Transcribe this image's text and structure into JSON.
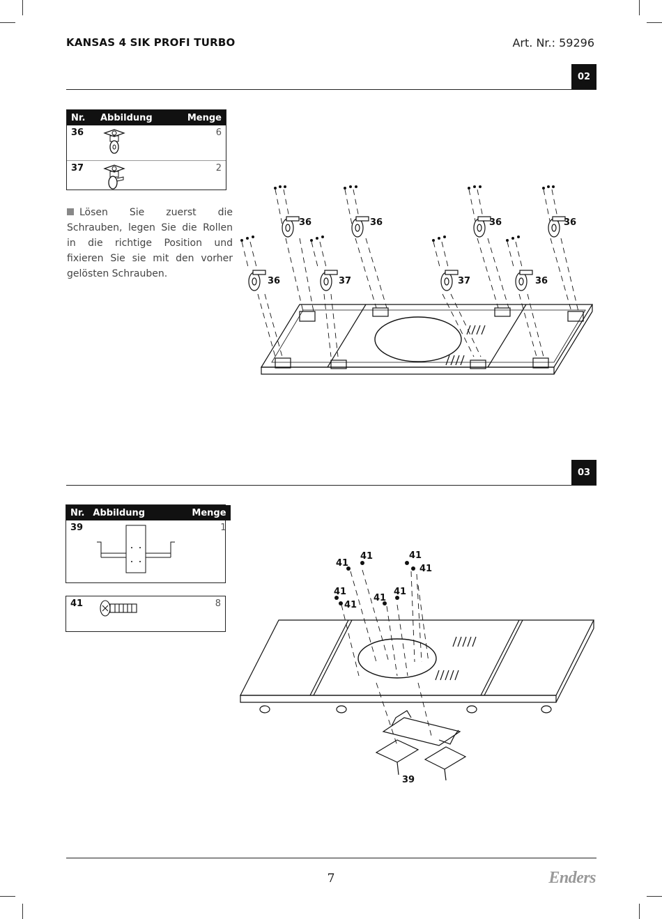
{
  "header": {
    "title": "KANSAS 4 SIK PROFI TURBO",
    "art_nr": "Art. Nr.: 59296"
  },
  "steps": [
    {
      "number": "02",
      "table": {
        "columns": [
          "Nr.",
          "Abbildung",
          "Menge"
        ],
        "rows": [
          {
            "nr": "36",
            "menge": "6"
          },
          {
            "nr": "37",
            "menge": "2"
          }
        ]
      },
      "instruction": "Lösen Sie zuerst die Schrauben, legen Sie die Rollen in die richtige Position und fixieren Sie sie mit den vorher gelösten Schrauben.",
      "callouts": [
        "36",
        "36",
        "36",
        "36",
        "36",
        "37",
        "37",
        "36"
      ]
    },
    {
      "number": "03",
      "table": {
        "columns": [
          "Nr.",
          "Abbildung",
          "Menge"
        ],
        "rows": [
          {
            "nr": "39",
            "menge": "1"
          }
        ]
      },
      "table2": {
        "rows": [
          {
            "nr": "41",
            "menge": "8"
          }
        ]
      },
      "callouts": [
        "41",
        "41",
        "41",
        "41",
        "41",
        "41",
        "41",
        "41",
        "39"
      ]
    }
  ],
  "footer": {
    "page_number": "7",
    "brand": "Enders"
  }
}
